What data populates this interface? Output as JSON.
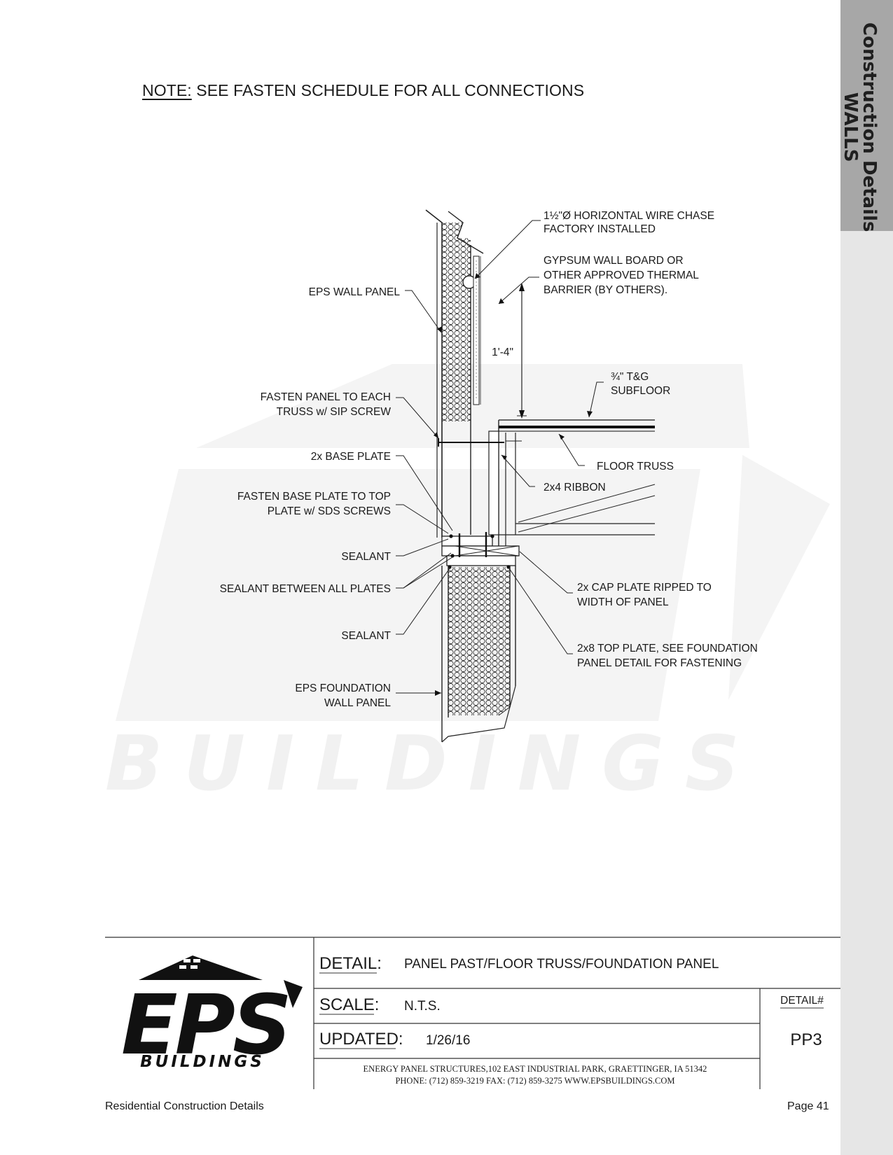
{
  "sidebar": {
    "line1": "Construction Details",
    "line2": "WALLS"
  },
  "note": {
    "prefix": "NOTE:",
    "text": " SEE FASTEN SCHEDULE FOR ALL CONNECTIONS"
  },
  "labels": {
    "wire_chase_1": "1½\"Ø HORIZONTAL WIRE CHASE",
    "wire_chase_2": "FACTORY INSTALLED",
    "gypsum_1": "GYPSUM WALL BOARD OR",
    "gypsum_2": "OTHER APPROVED THERMAL",
    "gypsum_3": "BARRIER (BY OTHERS).",
    "eps_wall_panel": "EPS WALL PANEL",
    "dimension": "1'-4\"",
    "subfloor_1": "¾\" T&G",
    "subfloor_2": "SUBFLOOR",
    "fasten_panel_1": "FASTEN PANEL TO EACH",
    "fasten_panel_2": "TRUSS w/ SIP SCREW",
    "base_plate": "2x BASE PLATE",
    "floor_truss": "FLOOR TRUSS",
    "ribbon": "2x4 RIBBON",
    "fasten_base_1": "FASTEN BASE PLATE TO TOP",
    "fasten_base_2": "PLATE w/ SDS SCREWS",
    "sealant_1": "SEALANT",
    "sealant_between": "SEALANT BETWEEN ALL PLATES",
    "cap_plate_1": "2x CAP PLATE RIPPED TO",
    "cap_plate_2": "WIDTH OF PANEL",
    "sealant_2": "SEALANT",
    "top_plate_1": "2x8 TOP PLATE, SEE FOUNDATION",
    "top_plate_2": "PANEL DETAIL FOR FASTENING",
    "foundation_1": "EPS FOUNDATION",
    "foundation_2": "WALL PANEL"
  },
  "watermark": {
    "text": "BUILDINGS"
  },
  "title_block": {
    "logo_text": "EPS",
    "logo_sub": "BUILDINGS",
    "detail_label": "DETAIL:",
    "detail_value": "PANEL PAST/FLOOR TRUSS/FOUNDATION PANEL",
    "scale_label": "SCALE:",
    "scale_value": "N.T.S.",
    "updated_label": "UPDATED:",
    "updated_value": "1/26/16",
    "detail_no_label": "DETAIL#",
    "detail_no_value": "PP3",
    "address_1": "ENERGY PANEL STRUCTURES,102 EAST INDUSTRIAL PARK, GRAETTINGER, IA 51342",
    "address_2": "PHONE: (712) 859-3219 FAX: (712) 859-3275  WWW.EPSBUILDINGS.COM"
  },
  "footer": {
    "left": "Residential Construction Details",
    "right": "Page 41"
  }
}
